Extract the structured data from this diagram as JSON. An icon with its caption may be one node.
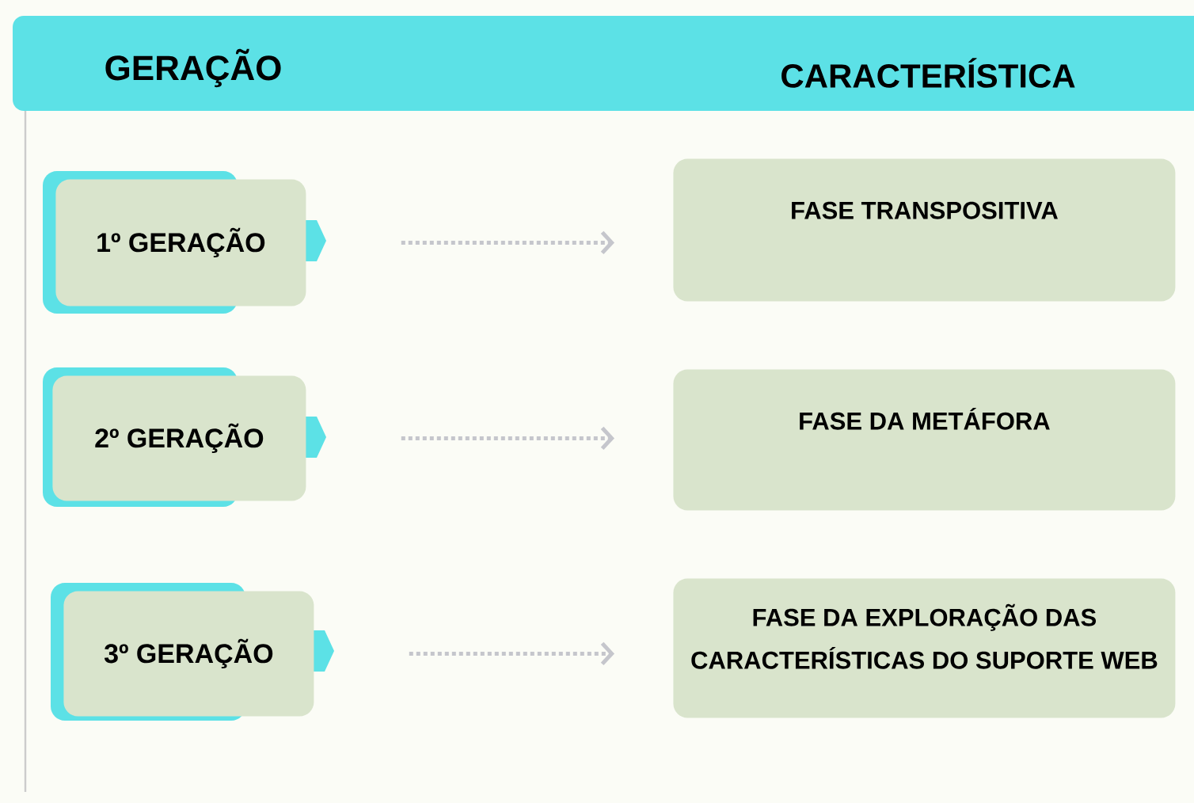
{
  "diagram": {
    "nodes": [
      {
        "text": [
          "GERAÇÃO",
          "CARACTERÍSTICA"
        ]
      },
      {
        "text": [
          "1º GERAÇÃO"
        ]
      },
      {
        "text": [
          "FASE TRANSPOSITIVA"
        ]
      },
      {
        "text": [
          "2º GERAÇÃO"
        ]
      },
      {
        "text": [
          "FASE DA METÁFORA"
        ]
      },
      {
        "text": [
          "3º GERAÇÃO"
        ]
      },
      {
        "text": [
          "FASE DA EXPLORAÇÃO DAS CARACTERÍSTICAS DO SUPORTE WEB"
        ]
      }
    ],
    "edges": [
      {
        "from": 1,
        "to": 2,
        "arrow": "to"
      },
      {
        "from": 3,
        "to": 4,
        "arrow": "to"
      },
      {
        "from": 5,
        "to": 6,
        "arrow": "to"
      }
    ]
  }
}
